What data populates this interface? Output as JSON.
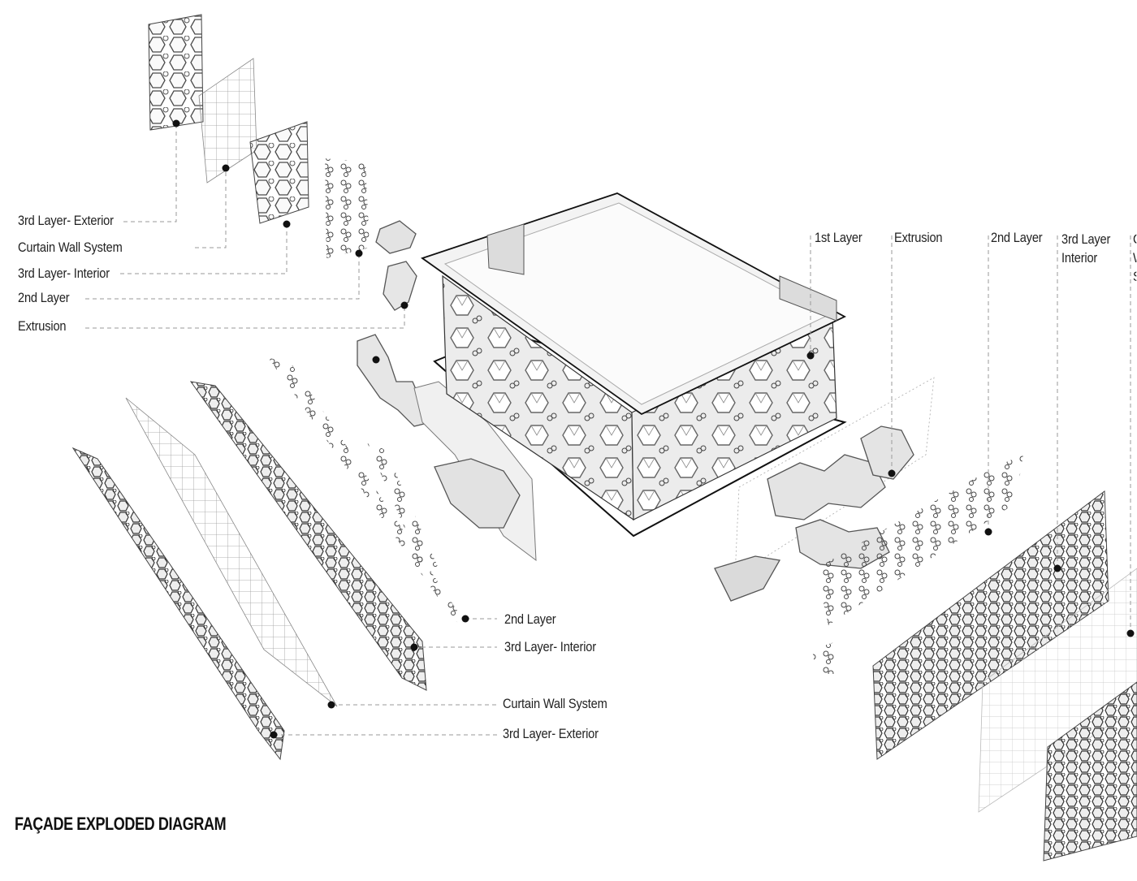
{
  "diagram": {
    "title": "FAÇADE EXPLODED DIAGRAM",
    "left_upper_labels": [
      "3rd Layer- Exterior",
      "Curtain Wall System",
      "3rd Layer- Interior",
      "2nd Layer",
      "Extrusion"
    ],
    "left_lower_labels": [
      "2nd Layer",
      "3rd Layer- Interior",
      "Curtain Wall System",
      "3rd Layer- Exterior"
    ],
    "right_labels": [
      "1st Layer",
      "Extrusion",
      "2nd Layer",
      "3rd Layer\nInterior",
      "C\nW\nS"
    ]
  }
}
